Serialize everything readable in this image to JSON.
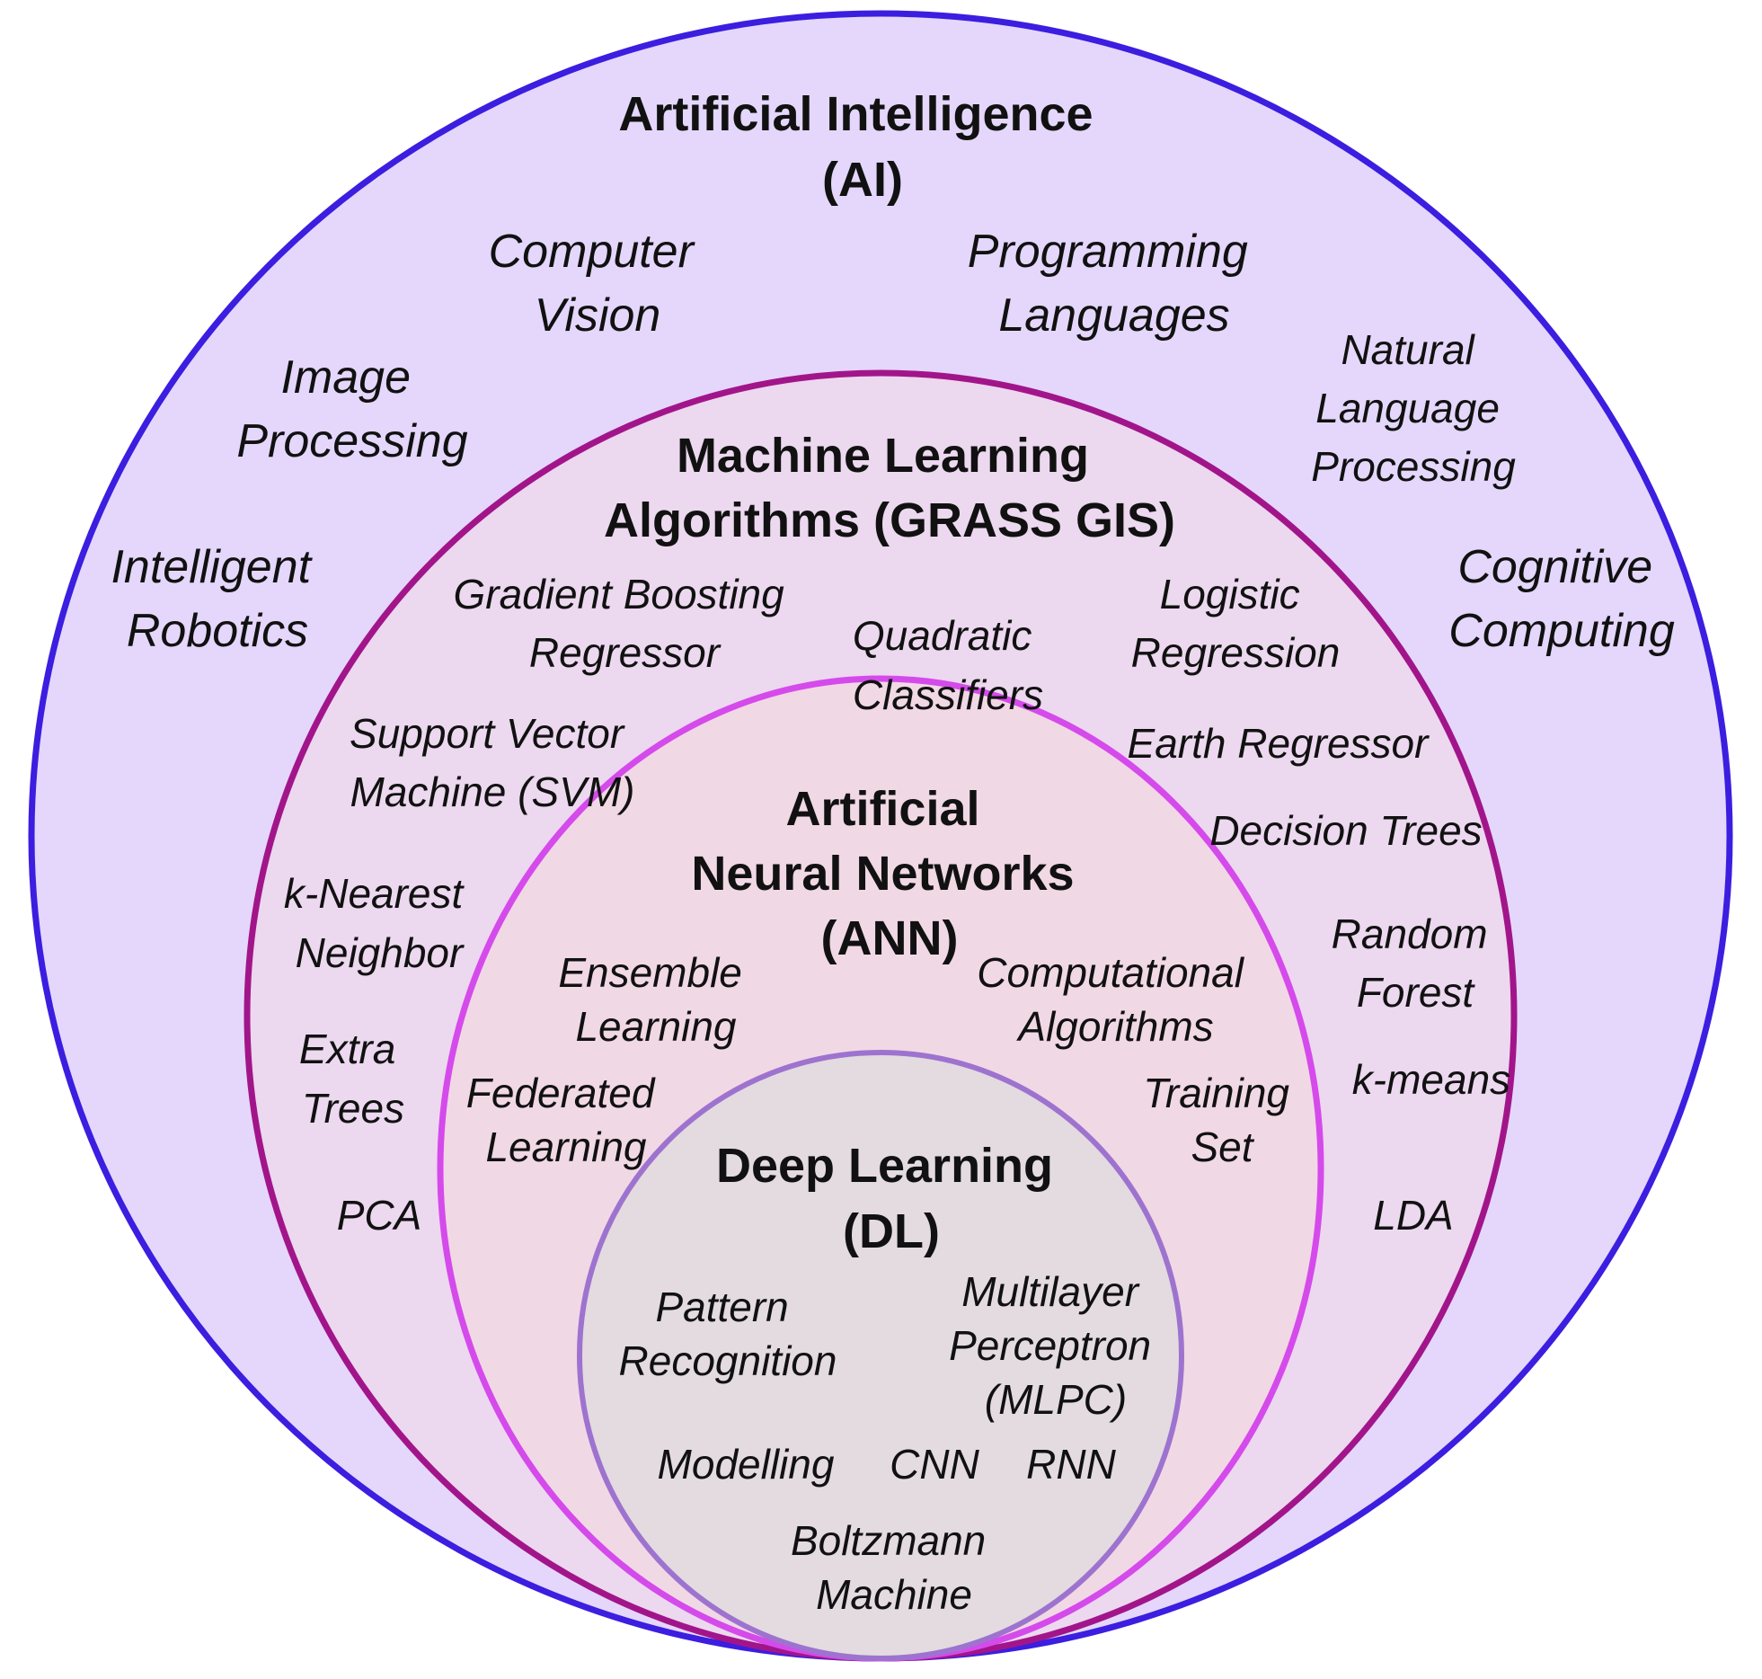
{
  "colors": {
    "ai_fill": "#e4d7fb",
    "ai_stroke": "#3b1ee0",
    "ml_fill": "#ecd8ef",
    "ml_stroke": "#a2158a",
    "ann_fill": "#f1d8e5",
    "ann_stroke": "#d54aeb",
    "dl_fill": "#e3dbe0",
    "dl_stroke": "#9e73cf"
  },
  "ai": {
    "title": [
      "Artificial Intelligence",
      "(AI)"
    ],
    "items": [
      [
        "Computer",
        "Vision"
      ],
      [
        "Programming",
        "Languages"
      ],
      [
        "Image",
        "Processing"
      ],
      [
        "Natural",
        "Language",
        "Processing"
      ],
      [
        "Intelligent",
        "Robotics"
      ],
      [
        "Cognitive",
        "Computing"
      ]
    ]
  },
  "ml": {
    "title": [
      "Machine Learning",
      "Algorithms (GRASS GIS)"
    ],
    "items": [
      [
        "Gradient Boosting",
        "Regressor"
      ],
      [
        "Quadratic",
        "Classifiers"
      ],
      [
        "Logistic",
        "Regression"
      ],
      [
        "Support Vector",
        "Machine (SVM)"
      ],
      [
        "Earth Regressor"
      ],
      [
        "Decision Trees"
      ],
      [
        "k-Nearest",
        "Neighbor"
      ],
      [
        "Random",
        "Forest"
      ],
      [
        "Extra",
        "Trees"
      ],
      [
        "k-means"
      ],
      [
        "PCA"
      ],
      [
        "LDA"
      ]
    ]
  },
  "ann": {
    "title": [
      "Artificial",
      "Neural Networks",
      "(ANN)"
    ],
    "items": [
      [
        "Ensemble",
        "Learning"
      ],
      [
        "Computational",
        "Algorithms"
      ],
      [
        "Federated",
        "Learning"
      ],
      [
        "Training",
        "Set"
      ]
    ]
  },
  "dl": {
    "title": [
      "Deep Learning",
      "(DL)"
    ],
    "items": [
      [
        "Pattern",
        "Recognition"
      ],
      [
        "Multilayer",
        "Perceptron",
        "(MLPC)"
      ],
      [
        "Modelling"
      ],
      [
        "CNN"
      ],
      [
        "RNN"
      ],
      [
        "Boltzmann",
        "Machine"
      ]
    ]
  }
}
